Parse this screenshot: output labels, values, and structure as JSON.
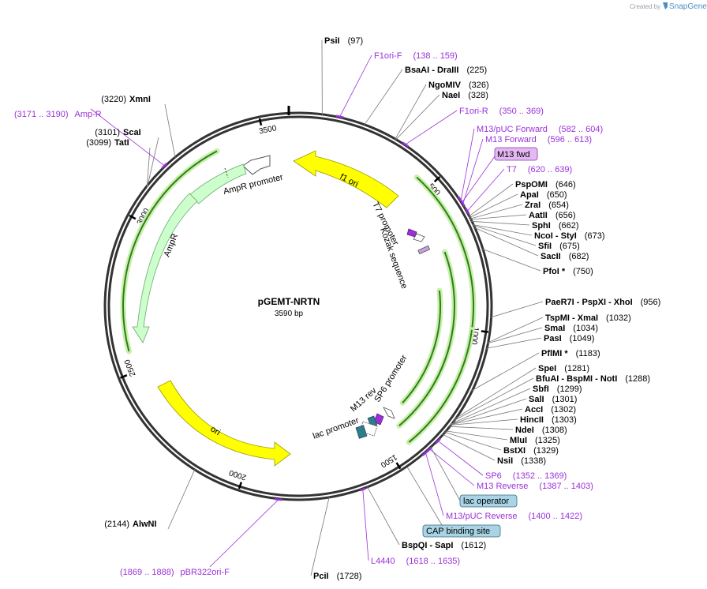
{
  "header": {
    "created_by": "Created by",
    "brand": "SnapGene"
  },
  "plasmid": {
    "name": "pGEMT-NRTN",
    "size": "3590 bp",
    "ticks": [
      "500",
      "1000",
      "1500",
      "2000",
      "2500",
      "3000",
      "3500"
    ]
  },
  "features": {
    "f1_ori": "f1 ori",
    "ampr_promoter": "AmpR promoter",
    "ampr": "AmpR",
    "ori": "ori",
    "t7_promoter": "T7 promoter",
    "kozak": "Kozak sequence",
    "sp6_promoter": "SP6 promoter",
    "m13_rev": "M13 rev",
    "lac_promoter": "lac promoter"
  },
  "sites": [
    {
      "name": "PsiI",
      "pos": "(97)"
    },
    {
      "name": "BsaAI  - DraIII",
      "pos": "(225)"
    },
    {
      "name": "NgoMIV",
      "pos": "(326)"
    },
    {
      "name": "NaeI",
      "pos": "(328)"
    },
    {
      "name": "PspOMI",
      "pos": "(646)"
    },
    {
      "name": "ApaI",
      "pos": "(650)"
    },
    {
      "name": "ZraI",
      "pos": "(654)"
    },
    {
      "name": "AatII",
      "pos": "(656)"
    },
    {
      "name": "SphI",
      "pos": "(662)"
    },
    {
      "name": "NcoI  - StyI",
      "pos": "(673)"
    },
    {
      "name": "SfiI",
      "pos": "(675)"
    },
    {
      "name": "SacII",
      "pos": "(682)"
    },
    {
      "name": "PfoI *",
      "pos": "(750)"
    },
    {
      "name": "PaeR7I  - PspXI  - XhoI",
      "pos": "(956)"
    },
    {
      "name": "TspMI  - XmaI",
      "pos": "(1032)"
    },
    {
      "name": "SmaI",
      "pos": "(1034)"
    },
    {
      "name": "PasI",
      "pos": "(1049)"
    },
    {
      "name": "PflMI *",
      "pos": "(1183)"
    },
    {
      "name": "SpeI",
      "pos": "(1281)"
    },
    {
      "name": "BfuAI  - BspMI  - NotI",
      "pos": "(1288)"
    },
    {
      "name": "SbfI",
      "pos": "(1299)"
    },
    {
      "name": "SalI",
      "pos": "(1301)"
    },
    {
      "name": "AccI",
      "pos": "(1302)"
    },
    {
      "name": "HincII",
      "pos": "(1303)"
    },
    {
      "name": "NdeI",
      "pos": "(1308)"
    },
    {
      "name": "MluI",
      "pos": "(1325)"
    },
    {
      "name": "BstXI",
      "pos": "(1329)"
    },
    {
      "name": "NsiI",
      "pos": "(1338)"
    },
    {
      "name": "BspQI  - SapI",
      "pos": "(1612)"
    },
    {
      "name": "PciI",
      "pos": "(1728)"
    },
    {
      "name": "AlwNI",
      "pos": "(2144)"
    },
    {
      "name": "TatI",
      "pos": "(3099)"
    },
    {
      "name": "ScaI",
      "pos": "(3101)"
    },
    {
      "name": "XmnI",
      "pos": "(3220)"
    }
  ],
  "primers": [
    {
      "name": "F1ori-F",
      "pos": "(138 .. 159)"
    },
    {
      "name": "F1ori-R",
      "pos": "(350 .. 369)"
    },
    {
      "name": "M13/pUC Forward",
      "pos": "(582 .. 604)"
    },
    {
      "name": "M13 Forward",
      "pos": "(596 .. 613)"
    },
    {
      "name": "T7",
      "pos": "(620 .. 639)"
    },
    {
      "name": "SP6",
      "pos": "(1352 .. 1369)"
    },
    {
      "name": "M13 Reverse",
      "pos": "(1387 .. 1403)"
    },
    {
      "name": "M13/pUC Reverse",
      "pos": "(1400 .. 1422)"
    },
    {
      "name": "L4440",
      "pos": "(1618 .. 1635)"
    },
    {
      "name": "pBR322ori-F",
      "pos": "(1869 .. 1888)"
    },
    {
      "name": "Amp-R",
      "pos": "(3171 .. 3190)"
    }
  ],
  "boxes": {
    "m13_fwd": "M13 fwd",
    "lac_operator": "lac operator",
    "cap_site": "CAP binding site"
  },
  "colors": {
    "primer": "#9b30d9",
    "yellow_feature": "#ffff00",
    "green_feature": "#ccffcc",
    "orf": "#2e7d1e",
    "orf_glow": "#c8f0a8",
    "lac_operator_box": "#a8d4e6",
    "m13_fwd_box": "#e4b8f2",
    "backbone": "#333333"
  }
}
